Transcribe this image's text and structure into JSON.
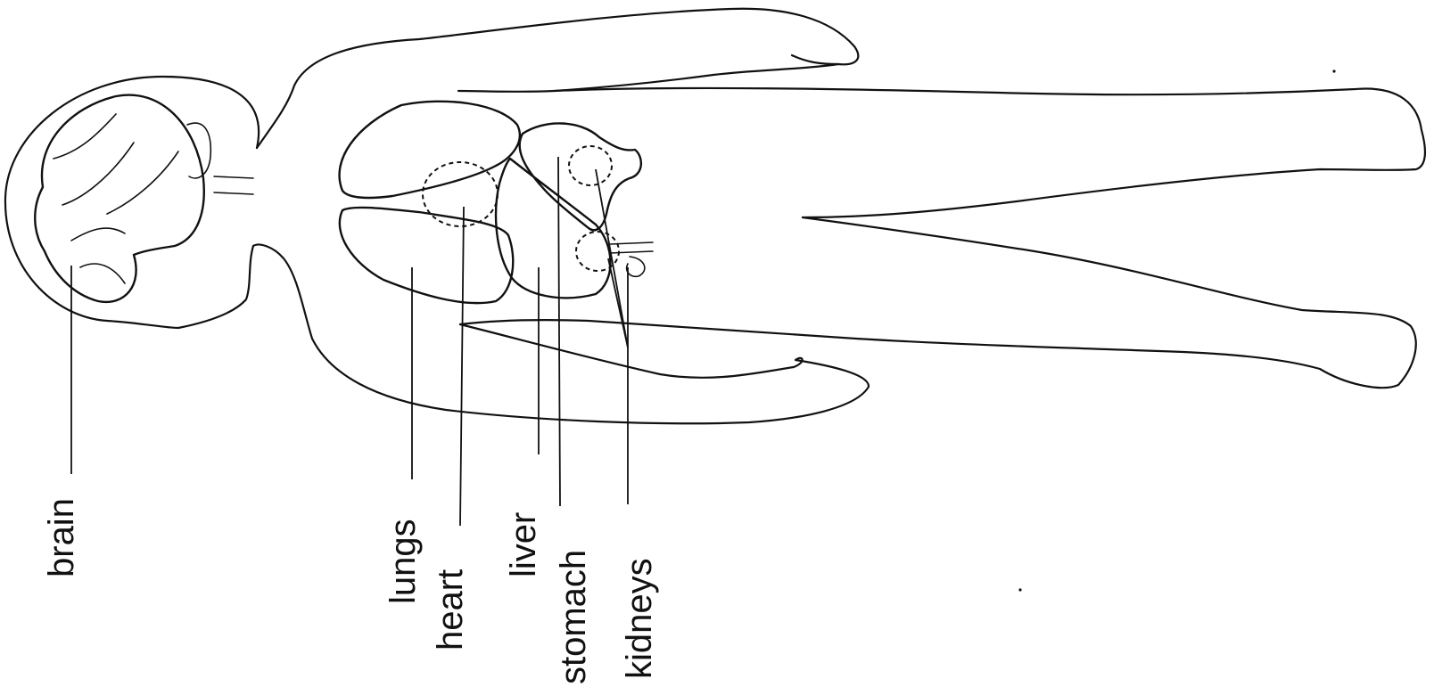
{
  "labels": {
    "brain": "brain",
    "lungs": "lungs",
    "heart": "heart",
    "liver": "liver",
    "stomach": "stomach",
    "kidneys": "kidneys"
  }
}
